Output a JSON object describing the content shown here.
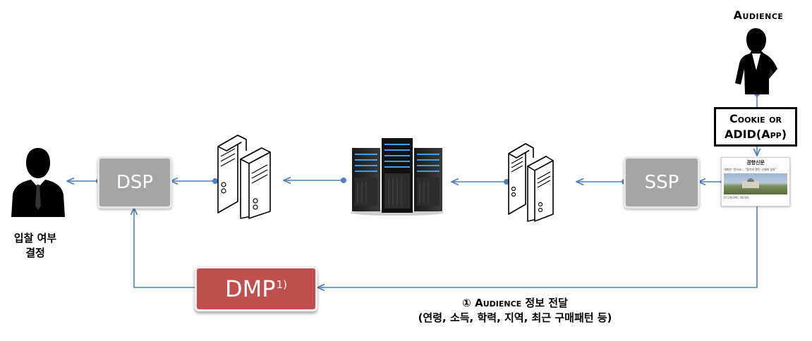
{
  "nodes": {
    "audience_label": "Audience",
    "cookie_line1": "Cookie or",
    "cookie_line2": "ADID(App)",
    "dsp": "DSP",
    "ssp": "SSP",
    "dmp": "DMP",
    "dmp_footnote": "1)",
    "bid_decision_line1": "입찰 여부",
    "bid_decision_line2": "결정",
    "info_line1": "① Audience 정보 전달",
    "info_line2": "(연령, 소득, 학력, 지역, 최근 구매패턴 등)"
  },
  "newspaper": {
    "masthead": "경향신문",
    "headline": "대화한 ‘친서교’…“협치의 열린 시대에 일과”",
    "footer": "ECONOMIC NEWS"
  },
  "colors": {
    "arrow": "#4f81bd",
    "node_gray": "#a5a5a5",
    "dmp_red": "#c0504d"
  }
}
